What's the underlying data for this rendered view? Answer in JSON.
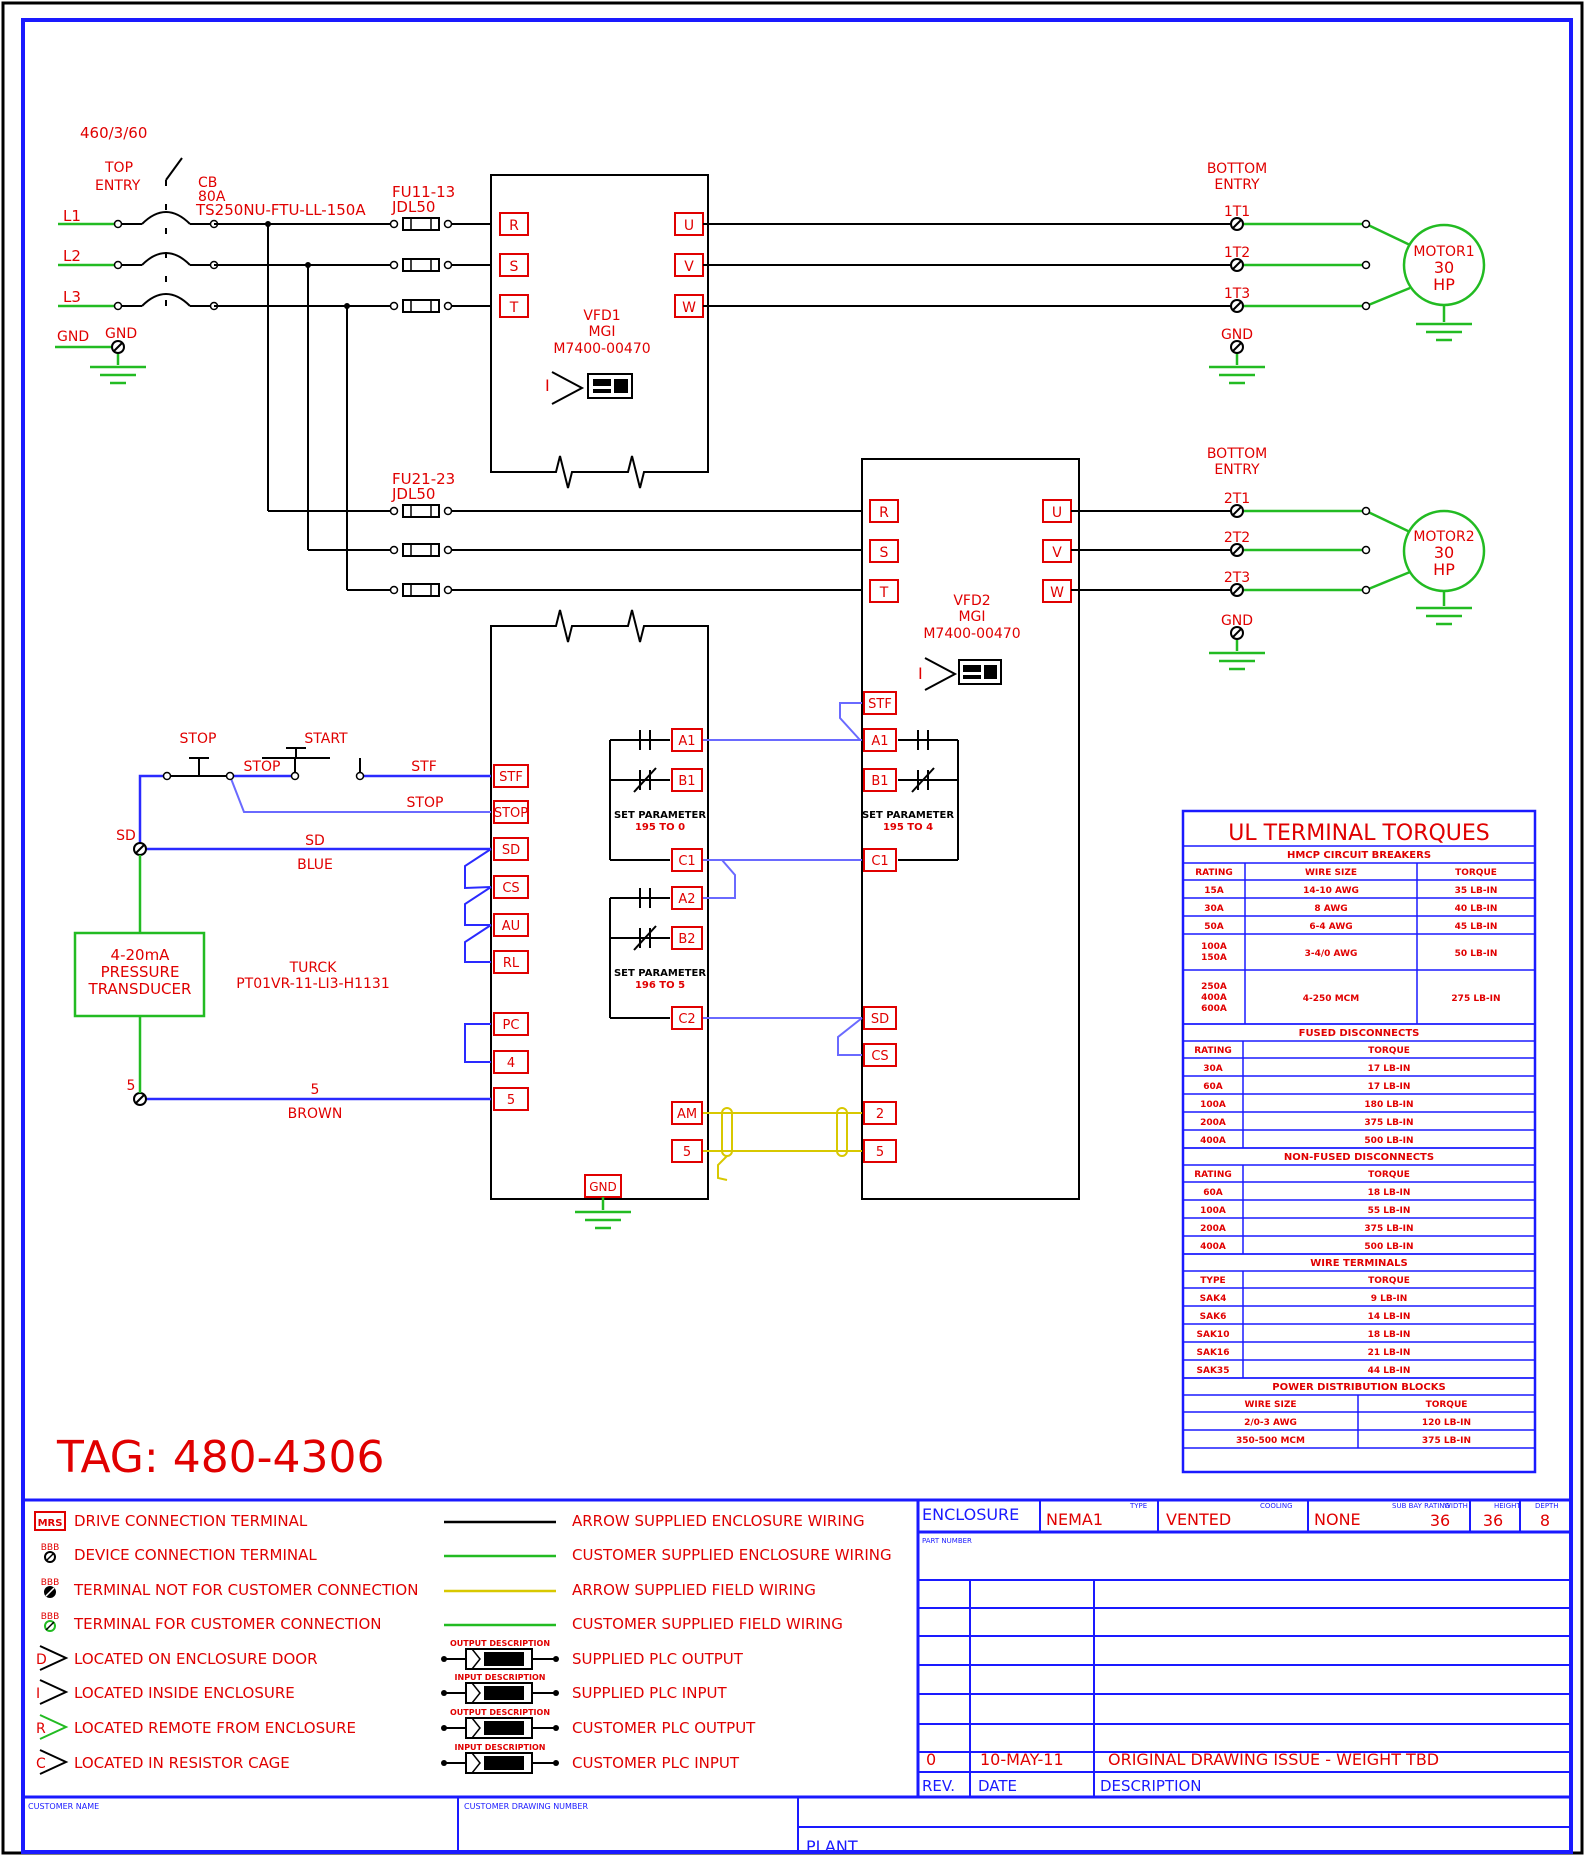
{
  "colors": {
    "frame": "#1a1aff",
    "device": "#e00000",
    "text": "#e00000",
    "arrow_wire": "#000000",
    "customer_wire": "#22bb22",
    "field_wire": "#d8c800",
    "control_wire": "#2a2aff",
    "panel": "#000000"
  },
  "supply": {
    "voltage": "460/3/60",
    "top_entry_1": "TOP",
    "top_entry_2": "ENTRY",
    "lines": [
      "L1",
      "L2",
      "L3"
    ],
    "gnd_left": "GND",
    "gnd_term": "GND"
  },
  "breaker": {
    "cb": "CB",
    "amps": "80A",
    "model": "TS250NU-FTU-LL-150A"
  },
  "fuses1": {
    "tag": "FU11-13",
    "type": "JDL50"
  },
  "fuses2": {
    "tag": "FU21-23",
    "type": "JDL50"
  },
  "vfd1": {
    "name": "VFD1",
    "maker": "MGI",
    "model": "M7400-00470",
    "loc": "I",
    "in_terms": [
      "R",
      "S",
      "T"
    ],
    "out_terms": [
      "U",
      "V",
      "W"
    ]
  },
  "vfd2": {
    "name": "VFD2",
    "maker": "MGI",
    "model": "M7400-00470",
    "loc": "I",
    "in_terms": [
      "R",
      "S",
      "T"
    ],
    "out_terms": [
      "U",
      "V",
      "W"
    ]
  },
  "motor1": {
    "entry_1": "BOTTOM",
    "entry_2": "ENTRY",
    "terms": [
      "1T1",
      "1T2",
      "1T3"
    ],
    "gnd": "GND",
    "l1": "MOTOR1",
    "l2": "30",
    "l3": "HP"
  },
  "motor2": {
    "entry_1": "BOTTOM",
    "entry_2": "ENTRY",
    "terms": [
      "2T1",
      "2T2",
      "2T3"
    ],
    "gnd": "GND",
    "l1": "MOTOR2",
    "l2": "30",
    "l3": "HP"
  },
  "control": {
    "stop": "STOP",
    "start": "START",
    "stop_wire": "STOP",
    "stf_wire": "STF",
    "stop_wire2": "STOP",
    "sd_node": "SD",
    "sd_wire": "SD",
    "sd_color": "BLUE",
    "node5": "5",
    "wire5": "5",
    "color5": "BROWN",
    "transducer": [
      "4-20mA",
      "PRESSURE",
      "TRANSDUCER"
    ],
    "turck_1": "TURCK",
    "turck_2": "PT01VR-11-LI3-H1131"
  },
  "vfd1_ctrl": {
    "left": [
      "STF",
      "STOP",
      "SD",
      "CS",
      "AU",
      "RL",
      "PC",
      "4",
      "5"
    ],
    "relays": [
      "A1",
      "B1",
      "C1",
      "A2",
      "B2",
      "C2"
    ],
    "param1_1": "SET PARAMETER",
    "param1_2": "195 TO 0",
    "param2_1": "SET PARAMETER",
    "param2_2": "196 TO 5",
    "am": "AM",
    "five": "5",
    "gnd": "GND"
  },
  "vfd2_ctrl": {
    "stf": "STF",
    "relays": [
      "A1",
      "B1",
      "C1"
    ],
    "param_1": "SET PARAMETER",
    "param_2": "195 TO 4",
    "sd": "SD",
    "cs": "CS",
    "two": "2",
    "five": "5"
  },
  "torques": {
    "title": "UL TERMINAL TORQUES",
    "s1": {
      "header": "HMCP CIRCUIT BREAKERS",
      "cols": [
        "RATING",
        "WIRE SIZE",
        "TORQUE"
      ],
      "rows": [
        [
          "15A",
          "14-10 AWG",
          "35 LB-IN"
        ],
        [
          "30A",
          "8 AWG",
          "40 LB-IN"
        ],
        [
          "50A",
          "6-4 AWG",
          "45 LB-IN"
        ],
        [
          "100A 150A",
          "3-4/0 AWG",
          "50 LB-IN"
        ],
        [
          "250A 400A 600A",
          "4-250 MCM",
          "275 LB-IN"
        ]
      ]
    },
    "s2": {
      "header": "FUSED DISCONNECTS",
      "cols": [
        "RATING",
        "TORQUE"
      ],
      "rows": [
        [
          "30A",
          "17 LB-IN"
        ],
        [
          "60A",
          "17 LB-IN"
        ],
        [
          "100A",
          "180 LB-IN"
        ],
        [
          "200A",
          "375 LB-IN"
        ],
        [
          "400A",
          "500 LB-IN"
        ]
      ]
    },
    "s3": {
      "header": "NON-FUSED DISCONNECTS",
      "cols": [
        "RATING",
        "TORQUE"
      ],
      "rows": [
        [
          "60A",
          "18 LB-IN"
        ],
        [
          "100A",
          "55 LB-IN"
        ],
        [
          "200A",
          "375 LB-IN"
        ],
        [
          "400A",
          "500 LB-IN"
        ]
      ]
    },
    "s4": {
      "header": "WIRE TERMINALS",
      "cols": [
        "TYPE",
        "TORQUE"
      ],
      "rows": [
        [
          "SAK4",
          "9 LB-IN"
        ],
        [
          "SAK6",
          "14 LB-IN"
        ],
        [
          "SAK10",
          "18 LB-IN"
        ],
        [
          "SAK16",
          "21 LB-IN"
        ],
        [
          "SAK35",
          "44 LB-IN"
        ]
      ]
    },
    "s5": {
      "header": "POWER DISTRIBUTION BLOCKS",
      "cols": [
        "WIRE SIZE",
        "TORQUE"
      ],
      "rows": [
        [
          "2/0-3 AWG",
          "120 LB-IN"
        ],
        [
          "350-500 MCM",
          "375 LB-IN"
        ]
      ]
    }
  },
  "tag": "TAG:  480-4306",
  "legend": {
    "left": [
      "DRIVE CONNECTION TERMINAL",
      "DEVICE CONNECTION TERMINAL",
      "TERMINAL NOT FOR CUSTOMER CONNECTION",
      "TERMINAL FOR CUSTOMER CONNECTION",
      "LOCATED ON ENCLOSURE DOOR",
      "LOCATED INSIDE ENCLOSURE",
      "LOCATED REMOTE FROM ENCLOSURE",
      "LOCATED IN RESISTOR CAGE"
    ],
    "sym": {
      "mrs": "MRS",
      "bbb": "BBB",
      "d": "D",
      "i": "I",
      "r": "R",
      "c": "C"
    },
    "right": [
      "ARROW SUPPLIED ENCLOSURE WIRING",
      "CUSTOMER SUPPLIED ENCLOSURE WIRING",
      "ARROW SUPPLIED FIELD WIRING",
      "CUSTOMER SUPPLIED FIELD WIRING",
      "SUPPLIED PLC OUTPUT",
      "SUPPLIED PLC INPUT",
      "CUSTOMER PLC OUTPUT",
      "CUSTOMER PLC INPUT"
    ],
    "plc_top": {
      "out": "OUTPUT DESCRIPTION",
      "in": "INPUT DESCRIPTION"
    }
  },
  "titleblock": {
    "enclosure": "ENCLOSURE",
    "type_lbl": "TYPE",
    "type": "NEMA1",
    "cool_lbl": "COOLING",
    "cool": "VENTED",
    "sub_lbl": "SUB BAY RATING",
    "sub": "NONE",
    "w_lbl": "WIDTH",
    "w": "36",
    "h_lbl": "HEIGHT",
    "h": "36",
    "d_lbl": "DEPTH",
    "d": "8",
    "part_lbl": "PART NUMBER",
    "rev": "0",
    "date": "10-MAY-11",
    "desc": "ORIGINAL DRAWING ISSUE - WEIGHT TBD",
    "rev_h": "REV.",
    "date_h": "DATE",
    "desc_h": "DESCRIPTION",
    "cust_name": "CUSTOMER NAME",
    "cust_dwg": "CUSTOMER DRAWING NUMBER",
    "plant": "PLANT"
  }
}
